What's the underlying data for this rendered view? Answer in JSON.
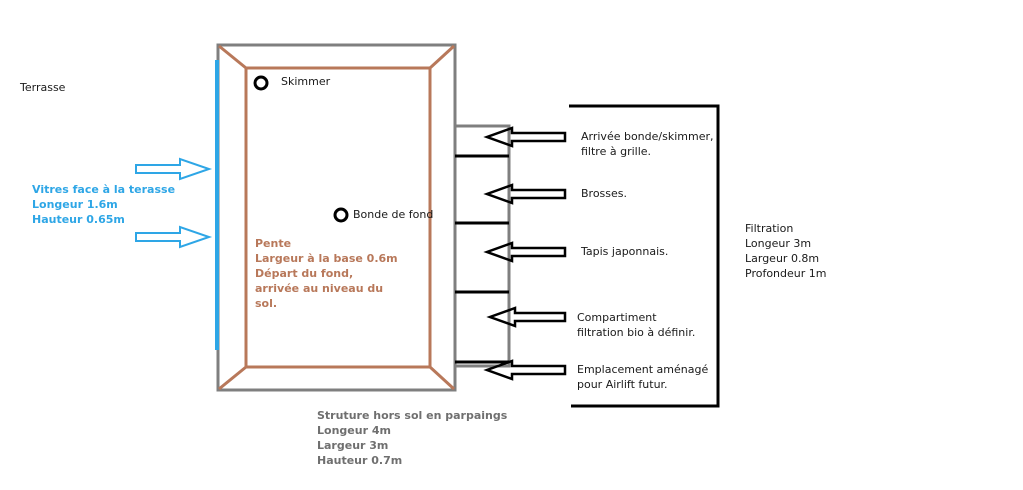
{
  "labels": {
    "terrasse": "Terrasse",
    "skimmer": "Skimmer",
    "bonde_de_fond": "Bonde de fond",
    "vitres": [
      "Vitres face à la terasse",
      "Longeur 1.6m",
      "Hauteur 0.65m"
    ],
    "pente": [
      "Pente",
      "Largeur à la base 0.6m",
      "Départ du fond,",
      "arrivée au niveau du",
      "sol."
    ],
    "structure": [
      "Struture hors sol en parpaings",
      "Longeur 4m",
      "Largeur 3m",
      "Hauteur 0.7m"
    ],
    "filtration": [
      "Filtration",
      "Longeur 3m",
      "Largeur 0.8m",
      "Profondeur 1m"
    ],
    "compartments": [
      [
        "Arrivée bonde/skimmer,",
        "filtre à grille."
      ],
      [
        "Brosses."
      ],
      [
        "Tapis japonnais."
      ],
      [
        "Compartiment",
        "filtration bio à définir."
      ],
      [
        "Emplacement aménagé",
        "pour Airlift futur."
      ]
    ]
  },
  "colors": {
    "pool_outline": "#7f7f7f",
    "pente": "#b8785a",
    "glass": "#2ea6e6",
    "filter_box": "#000000",
    "arrow_outline": "#000000"
  }
}
